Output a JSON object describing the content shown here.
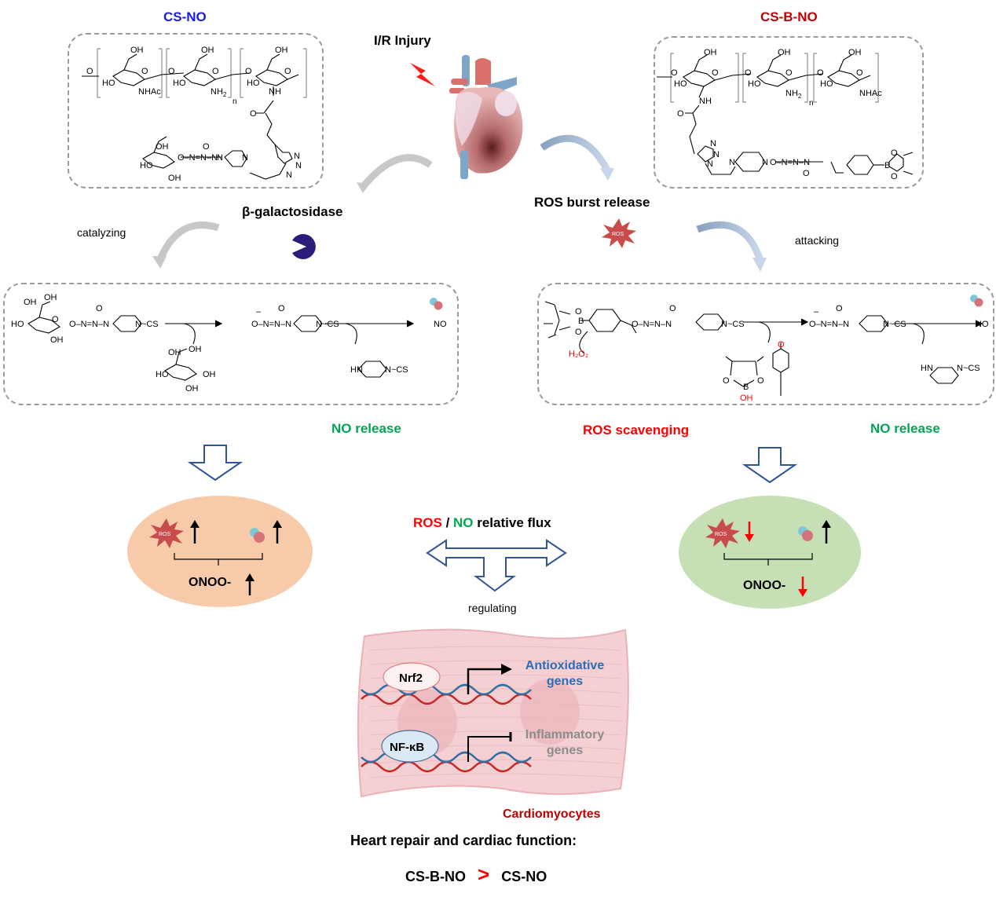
{
  "titles": {
    "left_polymer": "CS-NO",
    "right_polymer": "CS-B-NO"
  },
  "colors": {
    "cs_no": "#1a1ae6",
    "cs_b_no": "#c00000",
    "ros_red": "#ff0000",
    "no_green": "#00a651",
    "arrow_blue": "#2f5597",
    "left_ellipse": "#f7cbaa",
    "right_ellipse": "#c6dfb5",
    "antioxidative": "#2a6db5",
    "inflammatory": "#8c8c8c"
  },
  "center": {
    "injury_label": "I/R Injury",
    "ros_burst_label": "ROS burst release",
    "enzyme_label": "β-galactosidase",
    "catalyzing_label": "catalyzing",
    "attacking_label": "attacking",
    "ros_badge": "ROS"
  },
  "chem": {
    "oh": "OH",
    "ho": "HO",
    "o": "O",
    "nhac": "NHAc",
    "nh2": "NH",
    "nh2_sub": "2",
    "nh": "NH",
    "n_label": "N",
    "n_repeat": "n",
    "b": "B",
    "n_cs": "N~CS",
    "hn": "HN",
    "no": "NO",
    "h2o2": "H₂O₂",
    "diazen_left": "O–N=N–N",
    "diazen_anion": "O–N=N–N",
    "minus": "–",
    "plus": "+"
  },
  "mechanism": {
    "left_result": "NO release",
    "right_result_ros": "ROS scavenging",
    "right_result_no": "NO release"
  },
  "flux": {
    "ros": "ROS",
    "sep": " / ",
    "no": "NO",
    "rest": " relative flux",
    "regulating": "regulating"
  },
  "left_ellipse": {
    "ros_badge": "ROS",
    "onoo": "ONOO-",
    "ros_trend": "up",
    "no_trend": "up",
    "onoo_trend": "up"
  },
  "right_ellipse": {
    "ros_badge": "ROS",
    "onoo": "ONOO-",
    "ros_trend": "down",
    "no_trend": "up",
    "onoo_trend": "down"
  },
  "cell": {
    "nrf2": "Nrf2",
    "nfkb": "NF-κB",
    "antioxidative_line1": "Antioxidative",
    "antioxidative_line2": "genes",
    "inflammatory_line1": "Inflammatory",
    "inflammatory_line2": "genes",
    "label": "Cardiomyocytes"
  },
  "conclusion": {
    "line1": "Heart repair and cardiac function:",
    "left": "CS-B-NO",
    "gt": ">",
    "right": "CS-NO"
  }
}
